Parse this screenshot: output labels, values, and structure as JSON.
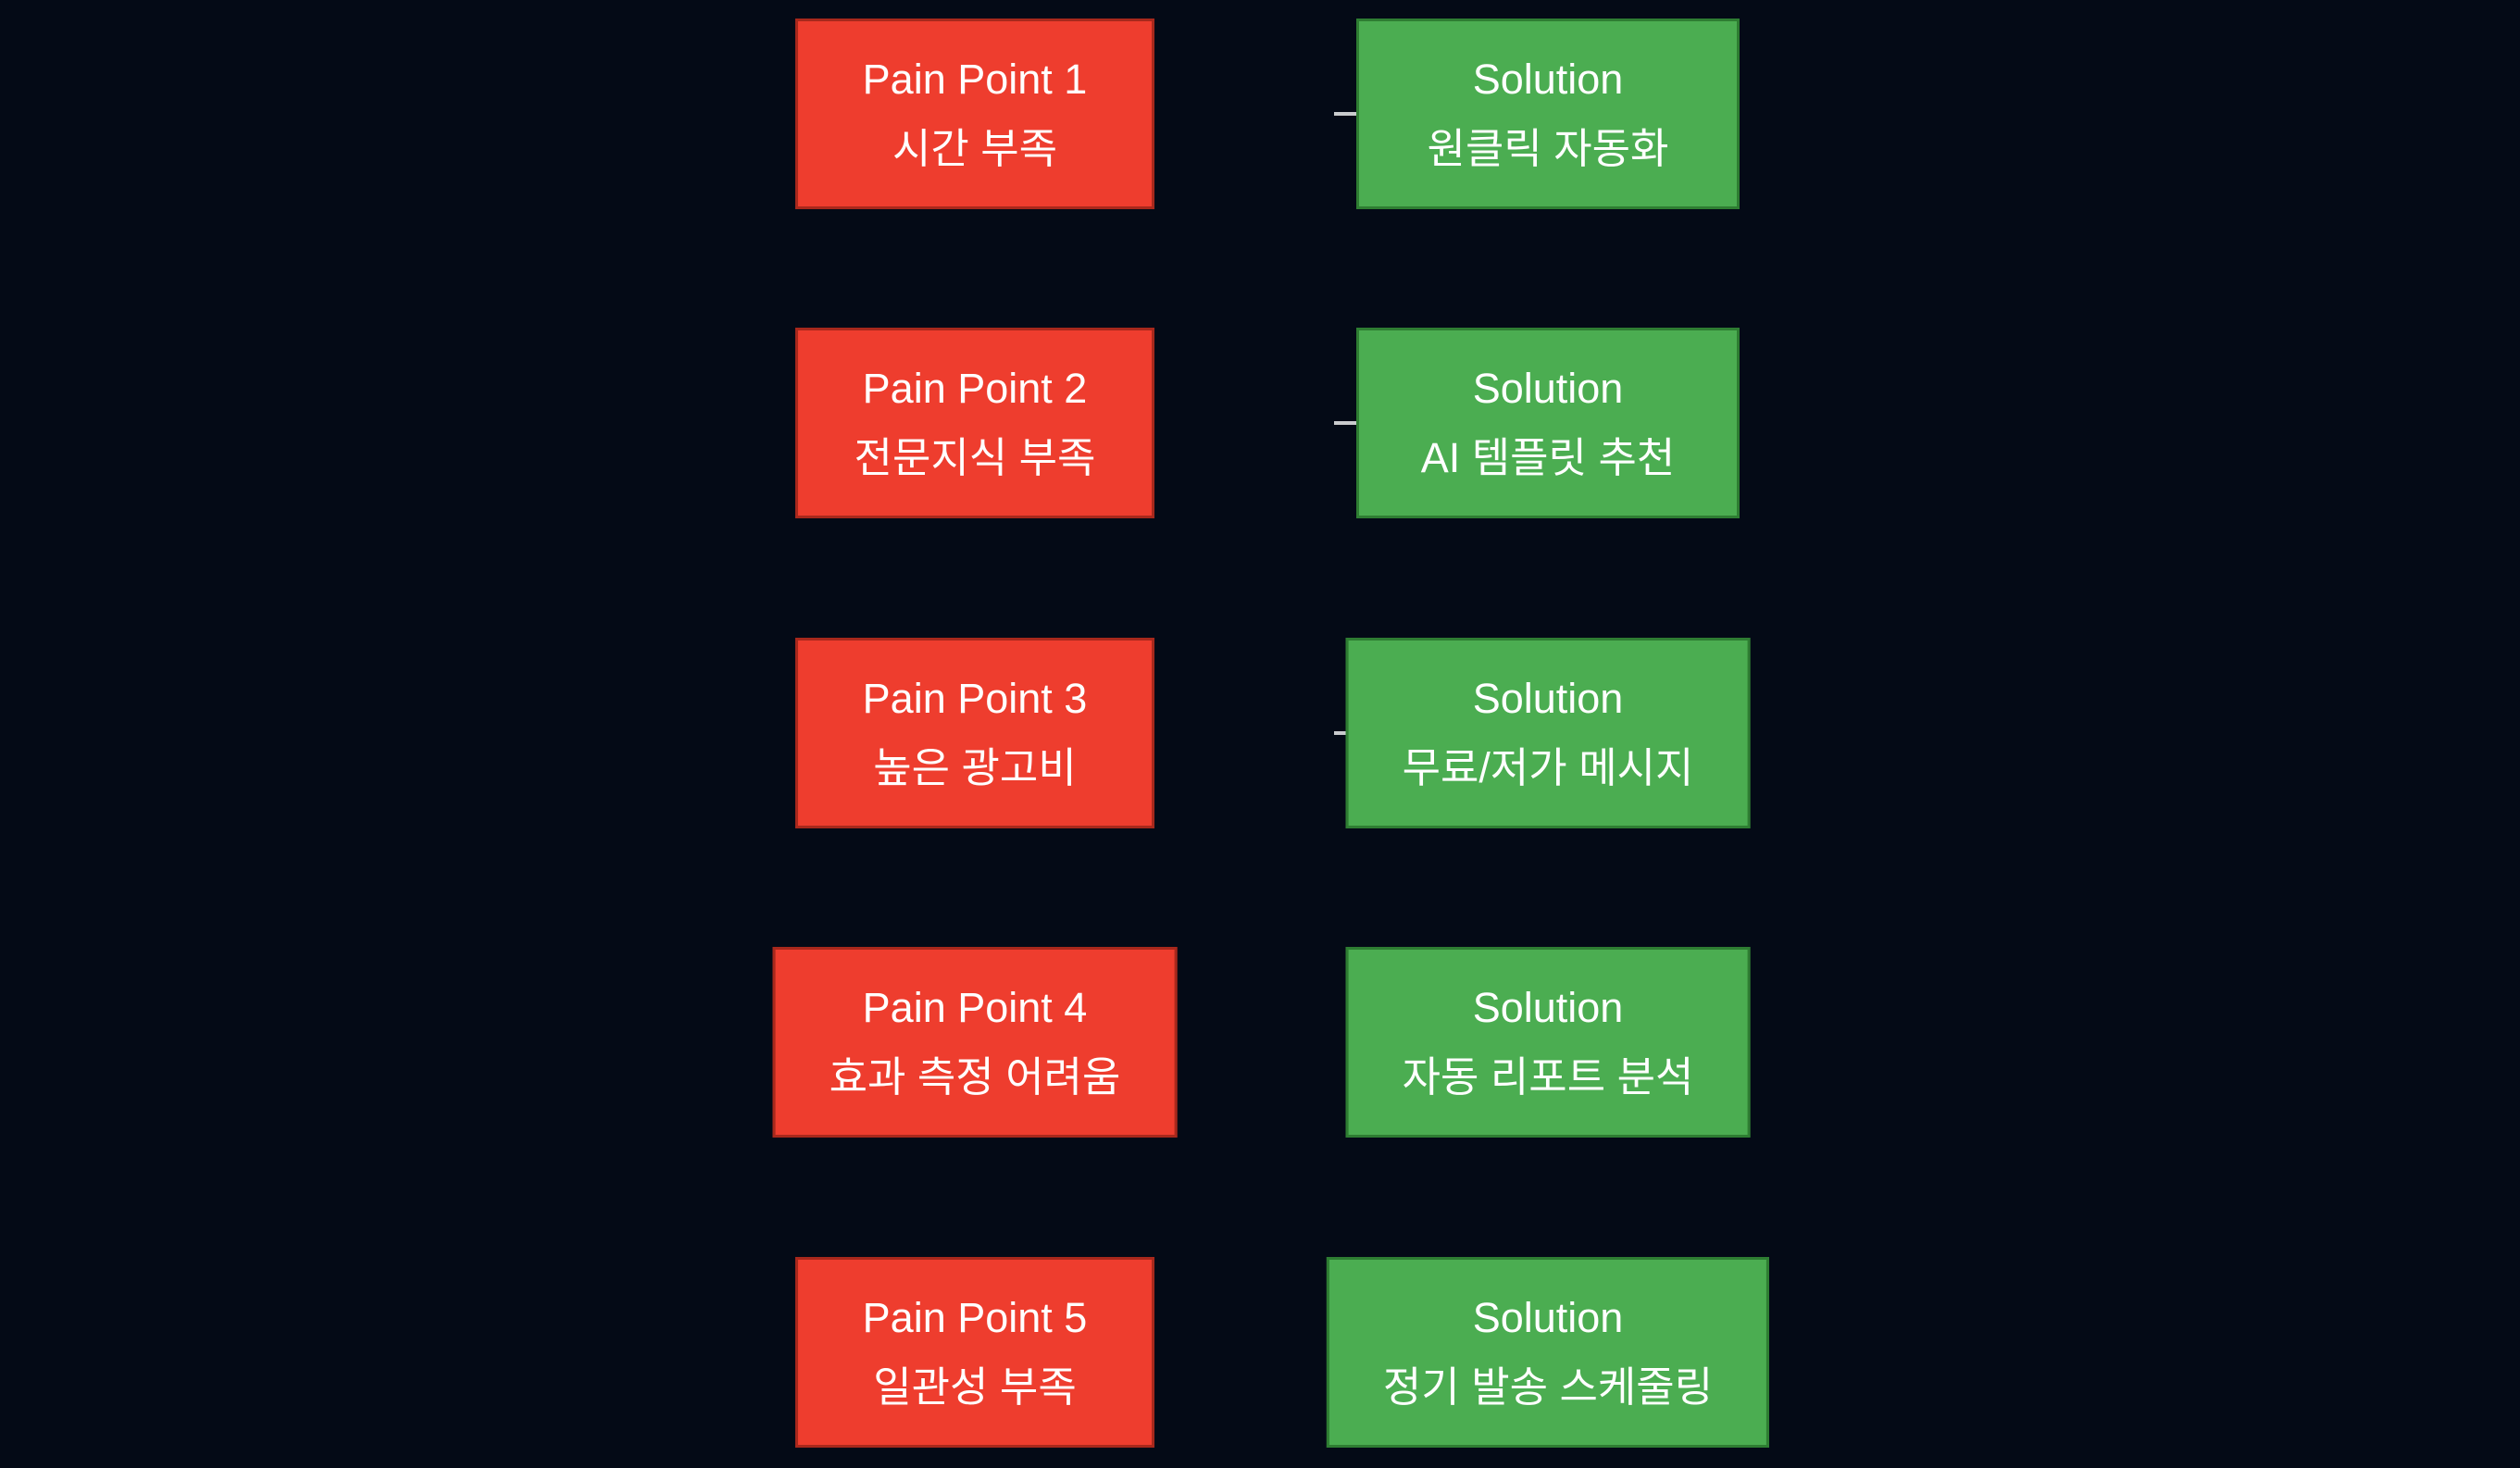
{
  "diagram": {
    "colors": {
      "bg": "#040a16",
      "pain": "#ee3d2e",
      "pain-border": "#a8281c",
      "sol": "#4bad51",
      "sol-border": "#2e7d32",
      "arrow": "#c9cbcd",
      "text": "#ffffff"
    },
    "rows": [
      {
        "pain_title": "Pain Point 1",
        "pain_label": "시간 부족",
        "solution_title": "Solution",
        "solution_label": "원클릭 자동화"
      },
      {
        "pain_title": "Pain Point 2",
        "pain_label": "전문지식 부족",
        "solution_title": "Solution",
        "solution_label": "AI 템플릿 추천"
      },
      {
        "pain_title": "Pain Point 3",
        "pain_label": "높은 광고비",
        "solution_title": "Solution",
        "solution_label": "무료/저가 메시지"
      },
      {
        "pain_title": "Pain Point 4",
        "pain_label": "효과 측정 어려움",
        "solution_title": "Solution",
        "solution_label": "자동 리포트 분석"
      },
      {
        "pain_title": "Pain Point 5",
        "pain_label": "일관성 부족",
        "solution_title": "Solution",
        "solution_label": "정기 발송 스케줄링"
      }
    ]
  }
}
